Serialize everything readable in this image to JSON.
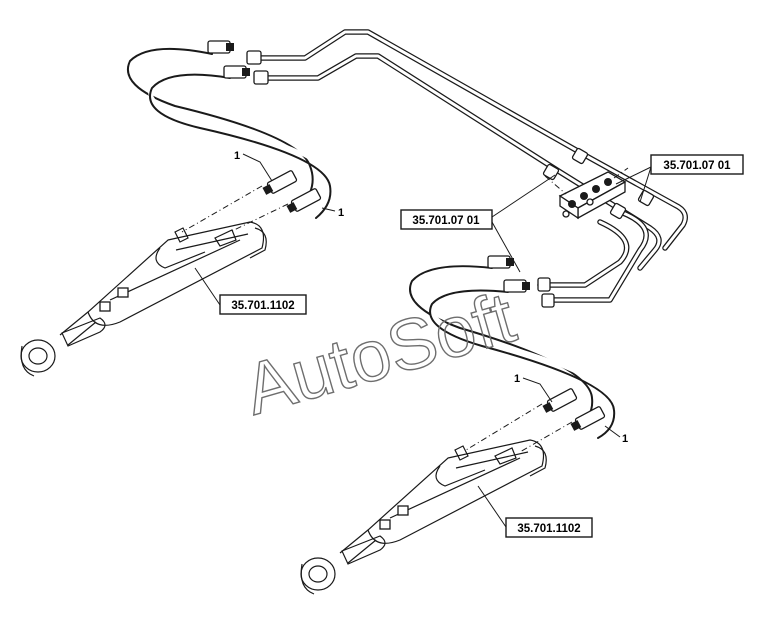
{
  "callouts": [
    {
      "id": "valve-ref-right",
      "text": "35.701.07 01"
    },
    {
      "id": "valve-ref-left",
      "text": "35.701.07 01"
    },
    {
      "id": "cylinder-ref-upper",
      "text": "35.701.1102"
    },
    {
      "id": "cylinder-ref-lower",
      "text": "35.701.1102"
    }
  ],
  "item_labels": [
    {
      "id": "item-upper-left",
      "text": "1"
    },
    {
      "id": "item-upper-right",
      "text": "1"
    },
    {
      "id": "item-lower-left",
      "text": "1"
    },
    {
      "id": "item-lower-right",
      "text": "1"
    }
  ],
  "watermark": "AutoSoft",
  "colors": {
    "line": "#1a1a1a",
    "background": "#ffffff",
    "watermark": "#6e6e6e"
  }
}
